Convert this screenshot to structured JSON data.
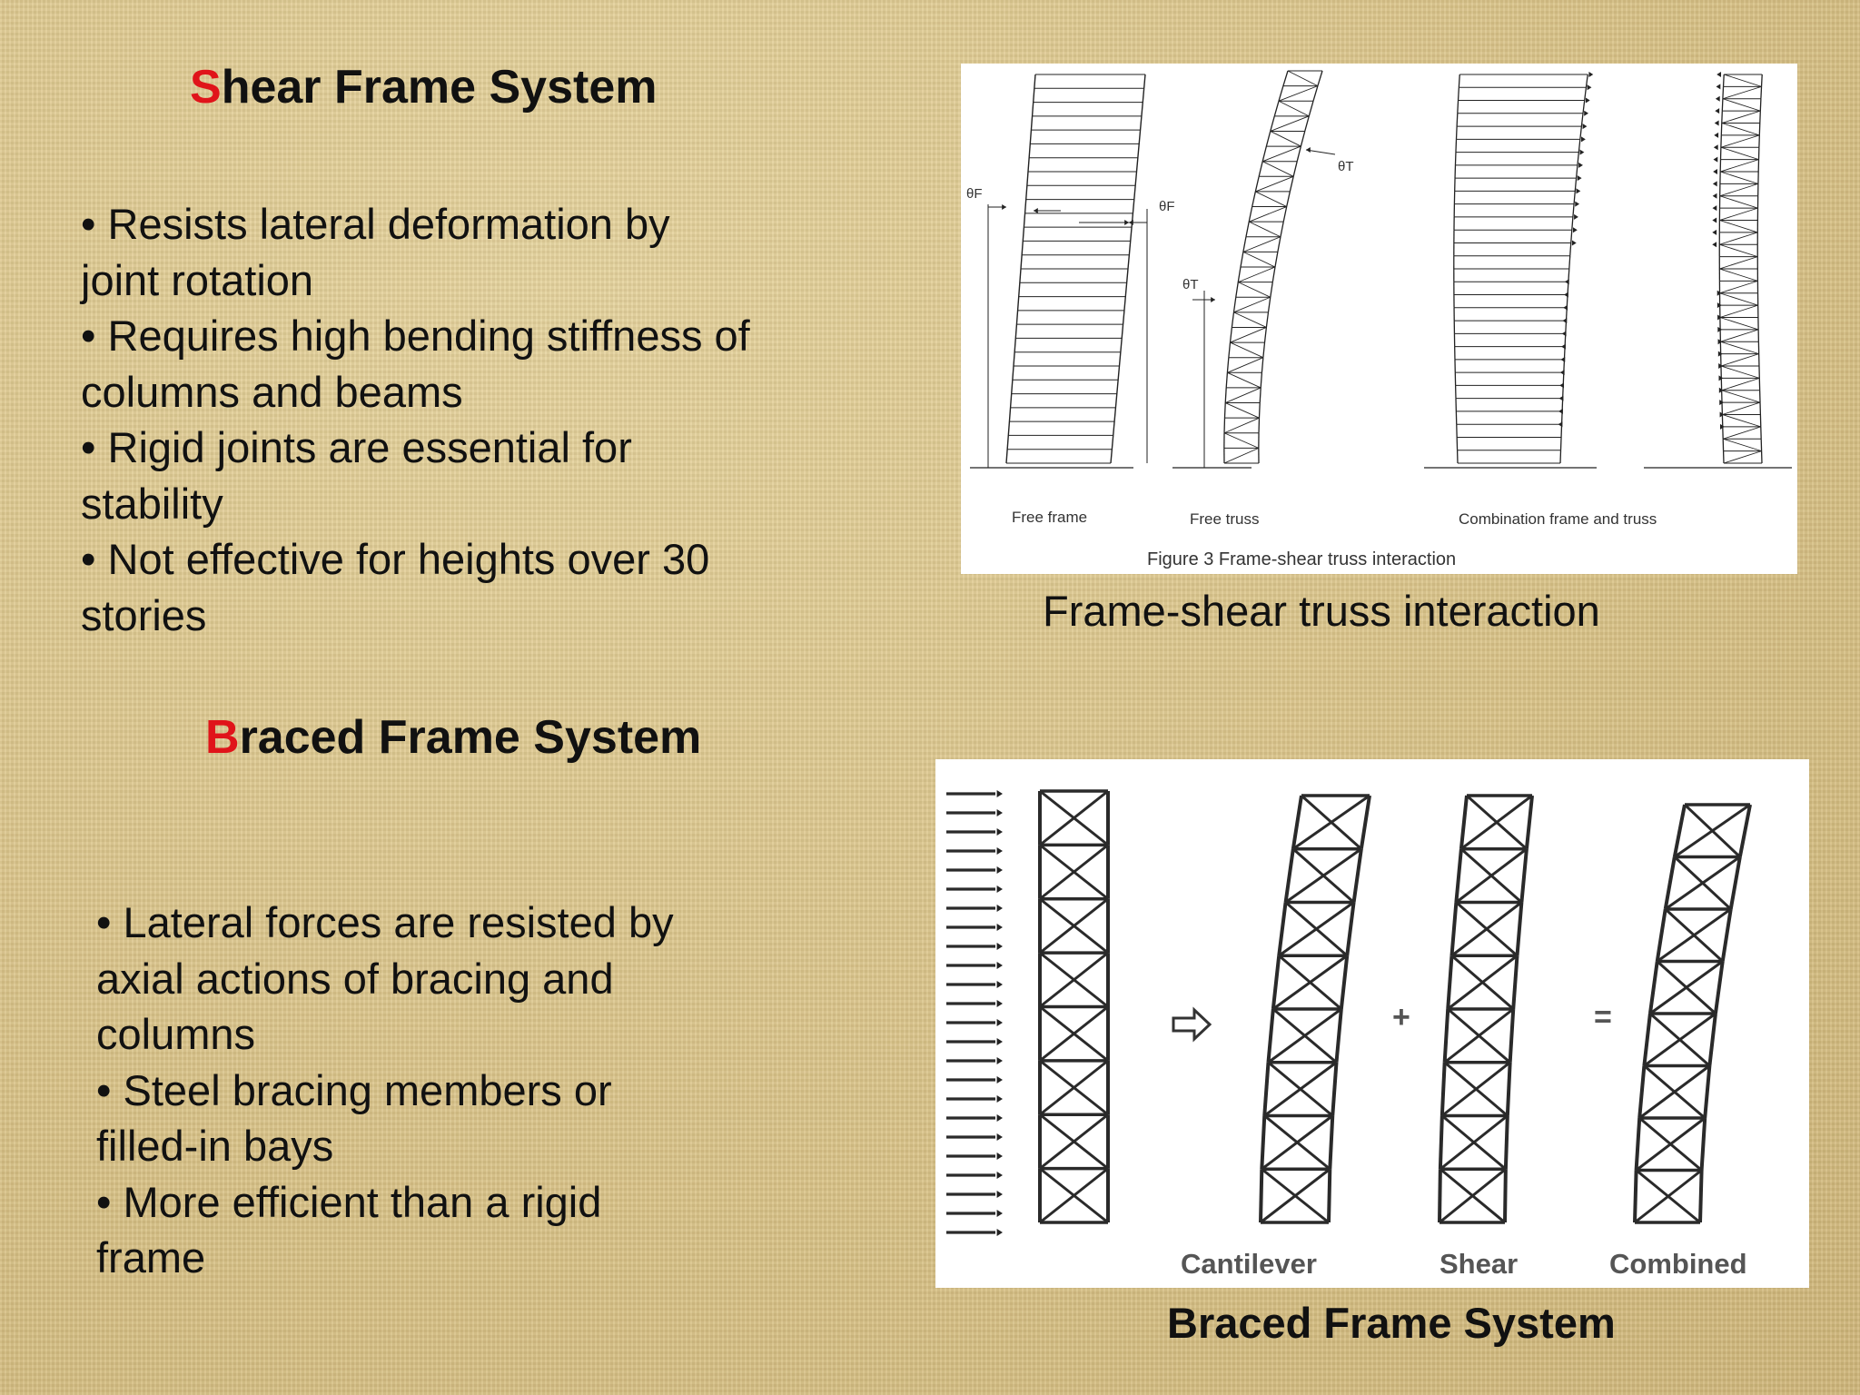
{
  "shear": {
    "heading_initial": "S",
    "heading_rest": "hear Frame System",
    "bullets": [
      [
        "• Resists lateral deformation by",
        "joint rotation"
      ],
      [
        "• Requires high bending stiffness of",
        "columns and beams"
      ],
      [
        "• Rigid joints are essential for",
        "stability"
      ],
      [
        "• Not effective for heights over 30",
        "stories"
      ]
    ]
  },
  "braced": {
    "heading_initial": "B",
    "heading_rest": "raced Frame System",
    "bullets": [
      [
        "• Lateral forces are resisted by",
        "axial actions of bracing and",
        "columns"
      ],
      [
        "• Steel bracing members or",
        "filled-in bays"
      ],
      [
        "• More efficient than a rigid",
        "frame"
      ]
    ]
  },
  "figure1": {
    "labels": {
      "free_frame": "Free frame",
      "free_truss": "Free truss",
      "combination": "Combination frame and truss",
      "figure_caption": "Figure 3  Frame-shear truss interaction",
      "theta_f": "θF",
      "theta_t": "θT"
    },
    "caption": "Frame-shear truss interaction"
  },
  "figure2": {
    "labels": {
      "cantilever": "Cantilever",
      "shear": "Shear",
      "combined": "Combined",
      "plus": "+",
      "equals": "="
    },
    "caption": "Braced Frame System"
  }
}
